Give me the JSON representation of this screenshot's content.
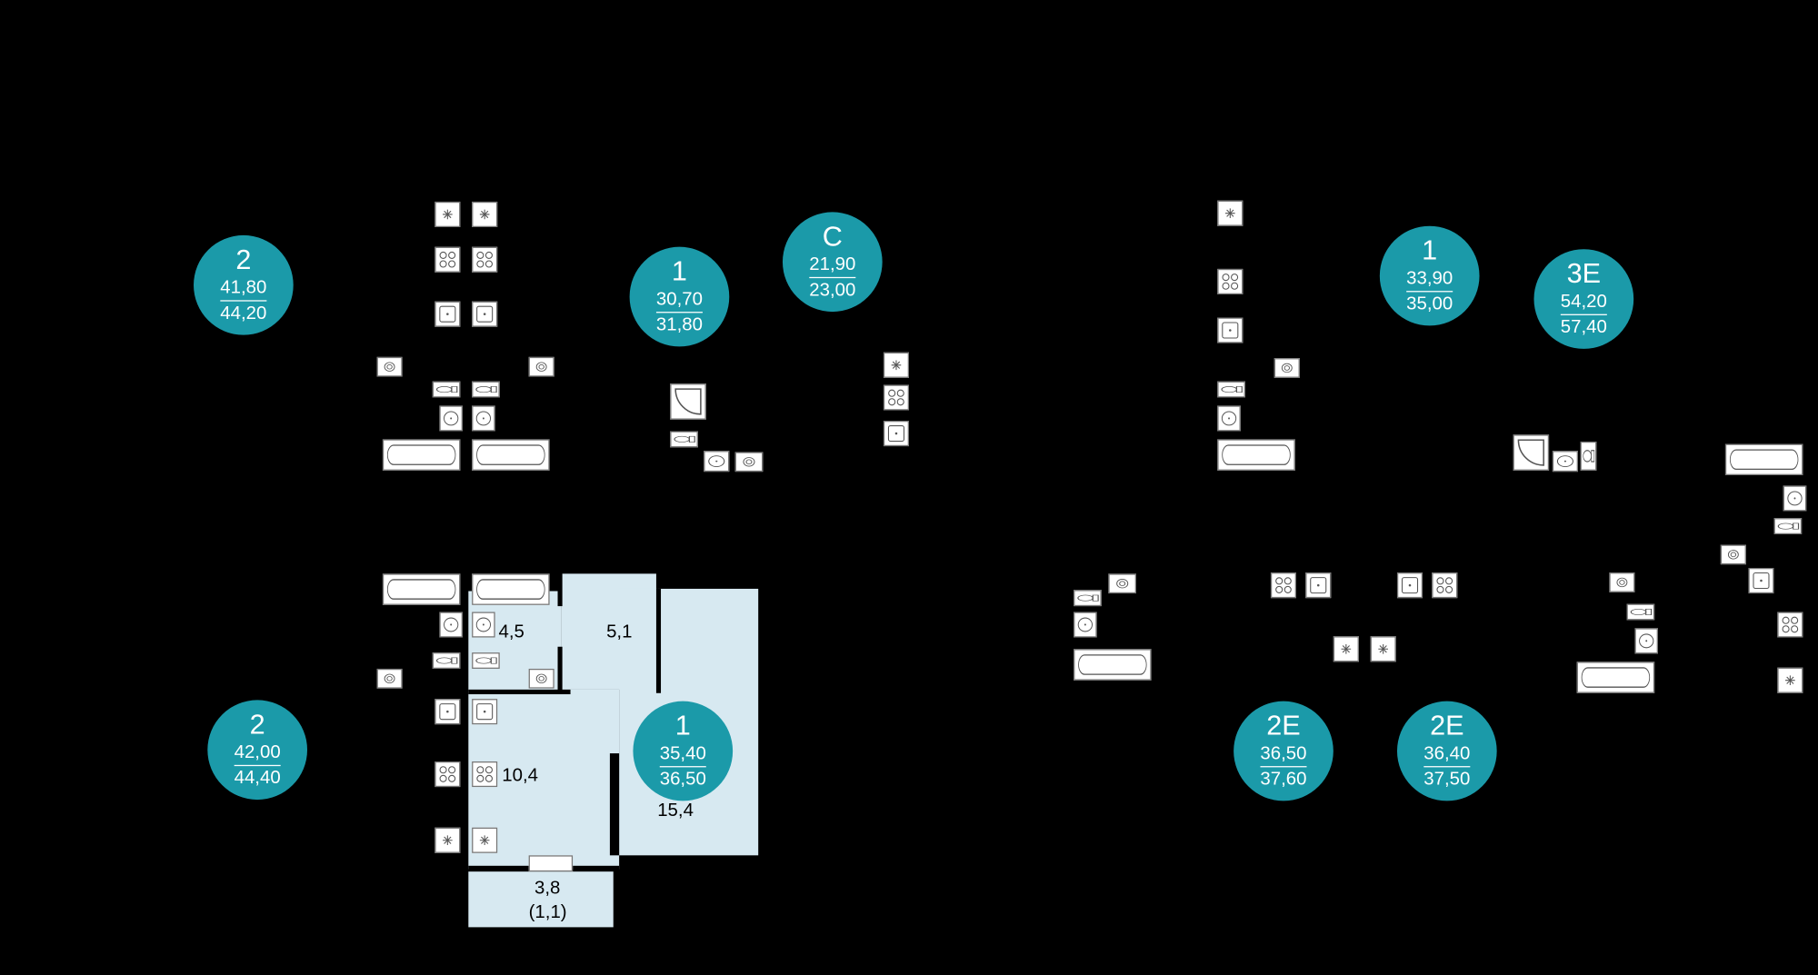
{
  "badges": [
    {
      "id": "b1",
      "type": "2",
      "area": "41,80",
      "total": "44,20"
    },
    {
      "id": "b2",
      "type": "1",
      "area": "30,70",
      "total": "31,80"
    },
    {
      "id": "b3",
      "type": "C",
      "area": "21,90",
      "total": "23,00"
    },
    {
      "id": "b4",
      "type": "1",
      "area": "33,90",
      "total": "35,00"
    },
    {
      "id": "b5",
      "type": "3E",
      "area": "54,20",
      "total": "57,40"
    },
    {
      "id": "b6",
      "type": "2",
      "area": "42,00",
      "total": "44,40"
    },
    {
      "id": "b7",
      "type": "1",
      "area": "35,40",
      "total": "36,50"
    },
    {
      "id": "b8",
      "type": "2E",
      "area": "36,50",
      "total": "37,60"
    },
    {
      "id": "b9",
      "type": "2E",
      "area": "36,40",
      "total": "37,50"
    }
  ],
  "rooms": {
    "bathroom": "4,5",
    "hall": "5,1",
    "kitchen": "10,4",
    "living": "15,4",
    "balcony": "3,8",
    "balcony_reduced": "(1,1)"
  },
  "colors": {
    "accent": "#1b9aa9",
    "room_fill": "#d7e9f1",
    "background": "#000000"
  }
}
